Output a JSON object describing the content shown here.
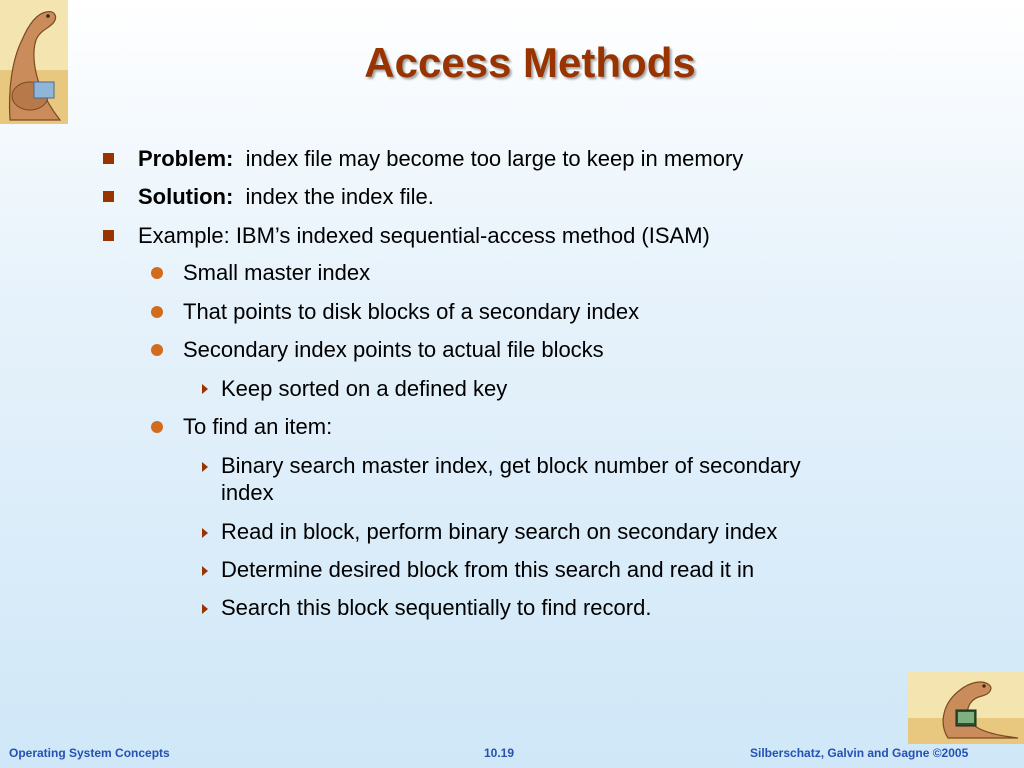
{
  "slide": {
    "title": "Access Methods",
    "bullets": [
      {
        "level": 1,
        "label": "Problem:",
        "text": "index file may become too large to keep in memory"
      },
      {
        "level": 1,
        "label": "Solution:",
        "text": "index the index file."
      },
      {
        "level": 1,
        "label": "",
        "text": "Example:  IBM’s indexed sequential-access method (ISAM)"
      },
      {
        "level": 2,
        "text": "Small master index"
      },
      {
        "level": 2,
        "text": "That points to disk blocks of a secondary index"
      },
      {
        "level": 2,
        "text": "Secondary index points to actual file blocks"
      },
      {
        "level": 3,
        "text": "Keep sorted on a defined key"
      },
      {
        "level": 2,
        "text": "To find an item:"
      },
      {
        "level": 3,
        "text_line1": "Binary search master index, get block number of secondary",
        "text_line2": "index"
      },
      {
        "level": 3,
        "text": "Read in block, perform binary search on secondary index"
      },
      {
        "level": 3,
        "text": "Determine desired block from this search and read it in"
      },
      {
        "level": 3,
        "text": "Search this block sequentially to find record."
      }
    ]
  },
  "footer": {
    "left": "Operating System Concepts",
    "center": "10.19",
    "right": "Silberschatz, Galvin and Gagne ©2005"
  },
  "colors": {
    "title": "#993300",
    "bullet_square": "#993300",
    "bullet_dot": "#d36b1c",
    "footer_text": "#2451b3"
  }
}
